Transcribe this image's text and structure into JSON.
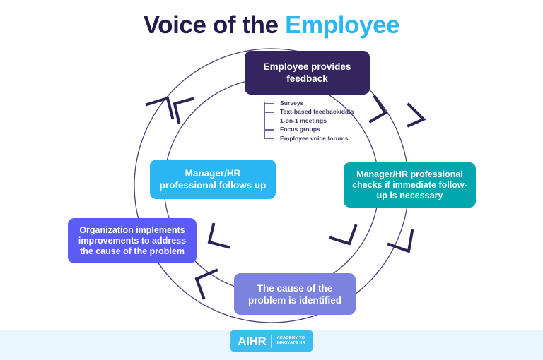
{
  "header": {
    "title_part1": "Voice of the",
    "title_part2": "Employee"
  },
  "diagram": {
    "type": "cycle",
    "nodes": [
      {
        "id": "feedback",
        "label": "Employee provides feedback",
        "color": "#342561"
      },
      {
        "id": "check",
        "label": "Manager/HR professional checks if immediate follow-up is necessary",
        "color": "#00A7AF"
      },
      {
        "id": "cause",
        "label": "The cause of the problem is identified",
        "color": "#7B83DE"
      },
      {
        "id": "org",
        "label": "Organization implements improvements to address the cause of the problem",
        "color": "#5B5BF5"
      },
      {
        "id": "followup",
        "label": "Manager/HR professional follows up",
        "color": "#29B6F2"
      }
    ],
    "feedback_methods": [
      "Surveys",
      "Text-based feedback/data",
      "1-on-1 meetings",
      "Focus groups",
      "Employee voice forums"
    ],
    "arrow_color": "#2b2454",
    "circle_stroke": "#4a4275"
  },
  "footer": {
    "logo_mark": "AIHR",
    "logo_tagline_line1": "Academy to",
    "logo_tagline_line2": "Innovate HR",
    "band_color": "#E9F7FD",
    "logo_color": "#3BBDF0"
  }
}
